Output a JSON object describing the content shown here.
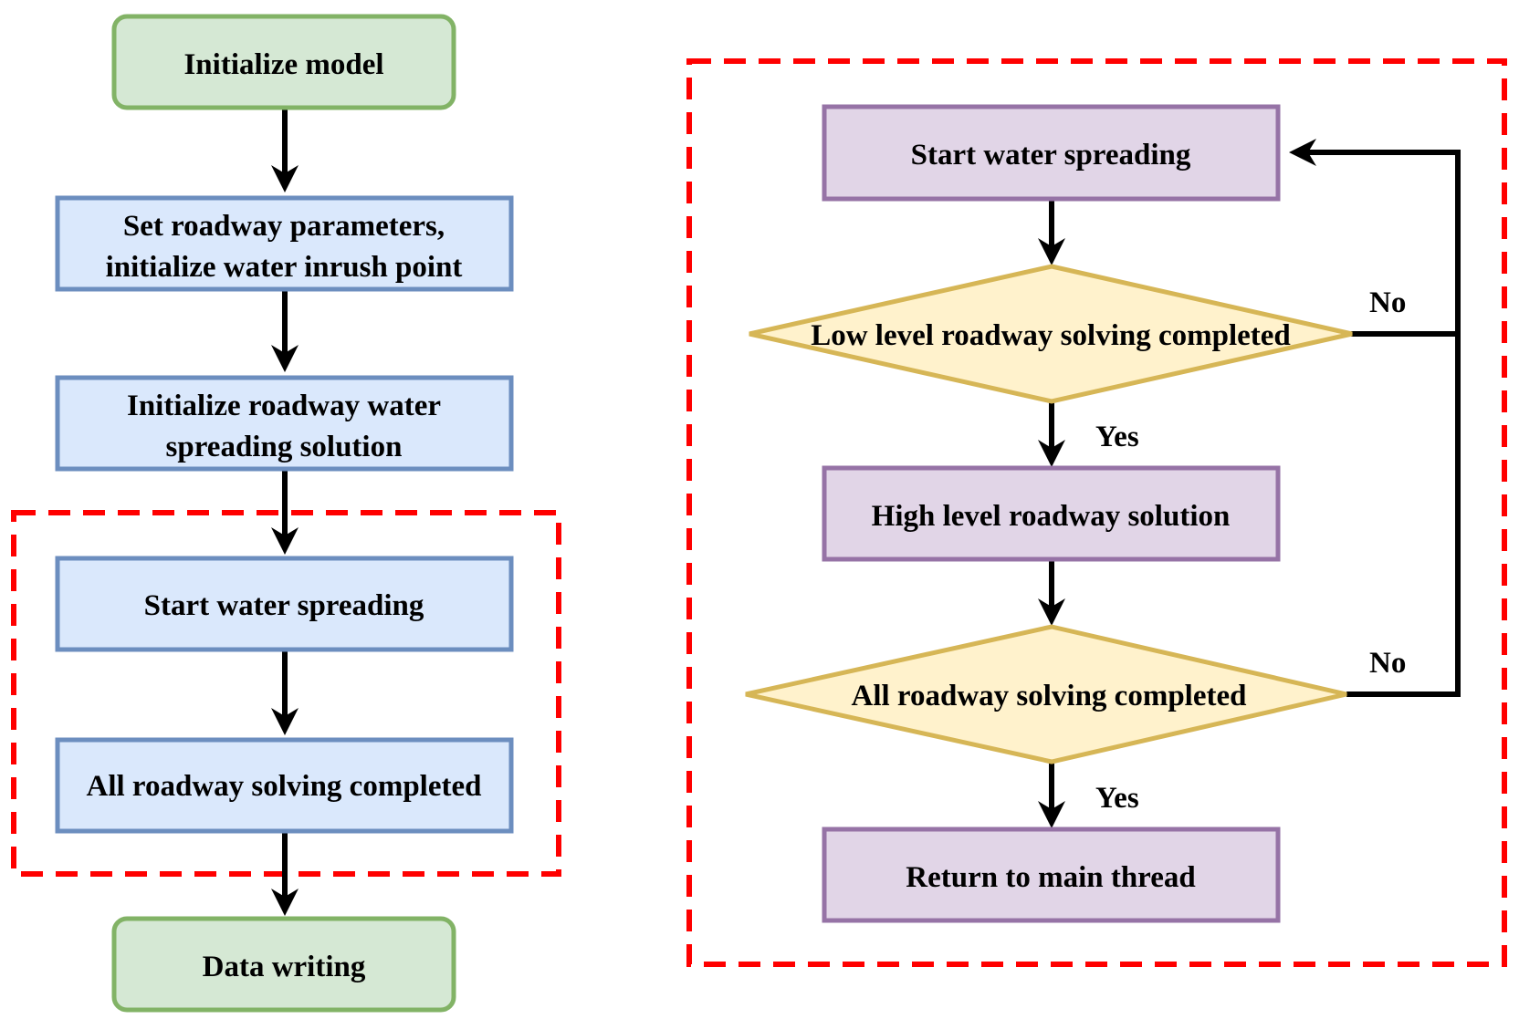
{
  "colors": {
    "start_end_fill": "#d5e8d4",
    "start_end_stroke": "#82b366",
    "process_fill": "#dae8fc",
    "process_stroke": "#6c8ebf",
    "sub_process_fill": "#e1d5e7",
    "sub_process_stroke": "#9673a6",
    "decision_fill": "#fff2cc",
    "decision_stroke": "#d6b656",
    "dashed_group": "#ff0000",
    "arrow": "#000000"
  },
  "main_flow": {
    "initialize_model": "Initialize model",
    "set_params_line1": "Set roadway parameters,",
    "set_params_line2": "initialize water inrush point",
    "init_solution_line1": "Initialize roadway water",
    "init_solution_line2": "spreading solution",
    "start_water_spreading": "Start water spreading",
    "all_roadway_completed": "All roadway solving completed",
    "data_writing": "Data writing"
  },
  "sub_flow": {
    "start_water_spreading": "Start water spreading",
    "low_level_decision": "Low level roadway solving completed",
    "high_level_solution": "High level roadway solution",
    "all_roadway_decision": "All roadway solving completed",
    "return_main_thread": "Return to main thread",
    "yes_label_1": "Yes",
    "yes_label_2": "Yes",
    "no_label_1": "No",
    "no_label_2": "No"
  }
}
